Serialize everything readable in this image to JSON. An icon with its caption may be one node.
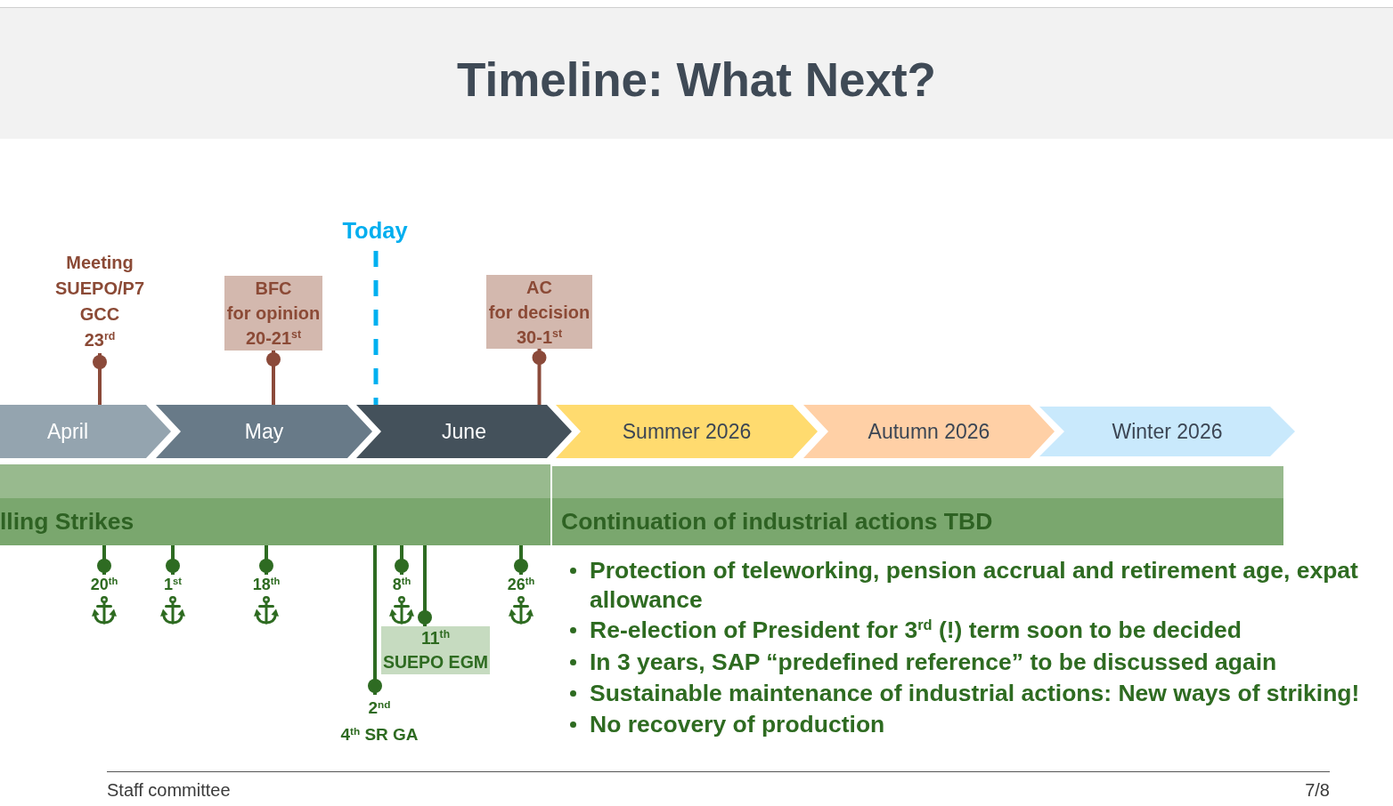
{
  "diagram": {
    "title": "Timeline: What Next?",
    "nodes": [
      {
        "text": [
          "Today"
        ]
      },
      {
        "text": [
          "Meeting",
          "SUEPO/P7 GCC",
          "23$^{rd}$"
        ]
      },
      {
        "text": [
          "BFC",
          "for opinion",
          "20-21$^{st}$"
        ]
      },
      {
        "text": [
          "AC",
          "for decision",
          "30-1$^{st}$"
        ]
      },
      {
        "text": [
          "April"
        ]
      },
      {
        "text": [
          "May"
        ]
      },
      {
        "text": [
          "June"
        ]
      },
      {
        "text": [
          "Summer 2026"
        ]
      },
      {
        "text": [
          "Autumn 2026"
        ]
      },
      {
        "text": [
          "Winter 2026"
        ]
      },
      {
        "text": [
          "lling Strikes"
        ]
      },
      {
        "text": [
          "Continuation of industrial actions TBD"
        ]
      },
      {
        "text": [
          "20$^{th}$"
        ]
      },
      {
        "text": [
          "1$^{st}$"
        ]
      },
      {
        "text": [
          "18$^{th}$"
        ]
      },
      {
        "text": [
          "2$^{nd}$",
          "4$^{th}$ SR GA"
        ]
      },
      {
        "text": [
          "8$^{th}$"
        ]
      },
      {
        "text": [
          "11$^{th}$",
          "SUEPO EGM"
        ]
      },
      {
        "text": [
          "26$^{th}$"
        ]
      }
    ],
    "edges": [
      {
        "from": 0,
        "to": 6,
        "arrow": "none",
        "style": "dashed",
        "color": "#00b0f0"
      },
      {
        "from": 1,
        "to": 4,
        "arrow": "other",
        "color": "#8b4a3a"
      },
      {
        "from": 2,
        "to": 5,
        "arrow": "other",
        "color": "#8b4a3a"
      },
      {
        "from": 3,
        "to": 6,
        "arrow": "other",
        "color": "#8b4a3a"
      },
      {
        "from": 12,
        "to": 10,
        "arrow": "other"
      },
      {
        "from": 13,
        "to": 10,
        "arrow": "other"
      },
      {
        "from": 14,
        "to": 10,
        "arrow": "other"
      },
      {
        "from": 15,
        "to": 10,
        "arrow": "other"
      },
      {
        "from": 16,
        "to": 10,
        "arrow": "other"
      },
      {
        "from": 17,
        "to": 10,
        "arrow": "other"
      },
      {
        "from": 18,
        "to": 10,
        "arrow": "other"
      }
    ],
    "labels": [
      "Protection of teleworking, pension accrual and retirement age, expat allowance",
      "Re-election of President for 3$^{rd}$ (!) term soon to be decided",
      "In 3 years, SAP “predefined reference” to be discussed again",
      "Sustainable maintenance of industrial actions: New ways of striking!",
      "No recovery of production",
      "Staff committee",
      "7/8"
    ]
  }
}
